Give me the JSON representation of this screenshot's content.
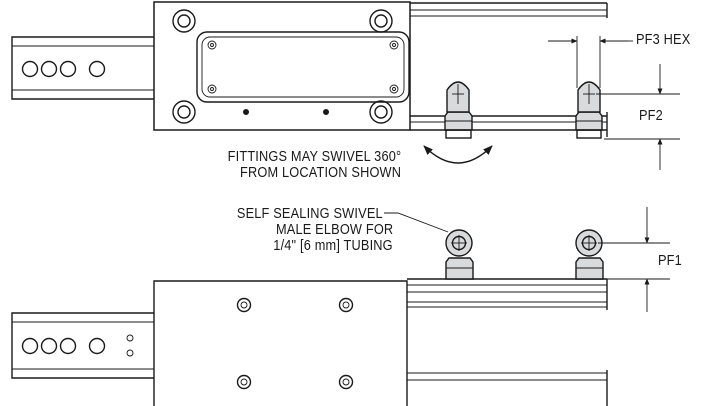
{
  "labels": {
    "pf3_hex": "PF3 HEX",
    "pf2": "PF2",
    "pf1": "PF1",
    "swivel_note_line1": "FITTINGS MAY SWIVEL 360°",
    "swivel_note_line2": "FROM LOCATION SHOWN",
    "elbow_note_line1": "SELF SEALING SWIVEL",
    "elbow_note_line2": "MALE ELBOW FOR",
    "elbow_note_line3": "1/4\" [6 mm] TUBING"
  },
  "colors": {
    "fitting_fill": "#d9dadc",
    "line": "#1a1a1a",
    "background": "#ffffff"
  }
}
